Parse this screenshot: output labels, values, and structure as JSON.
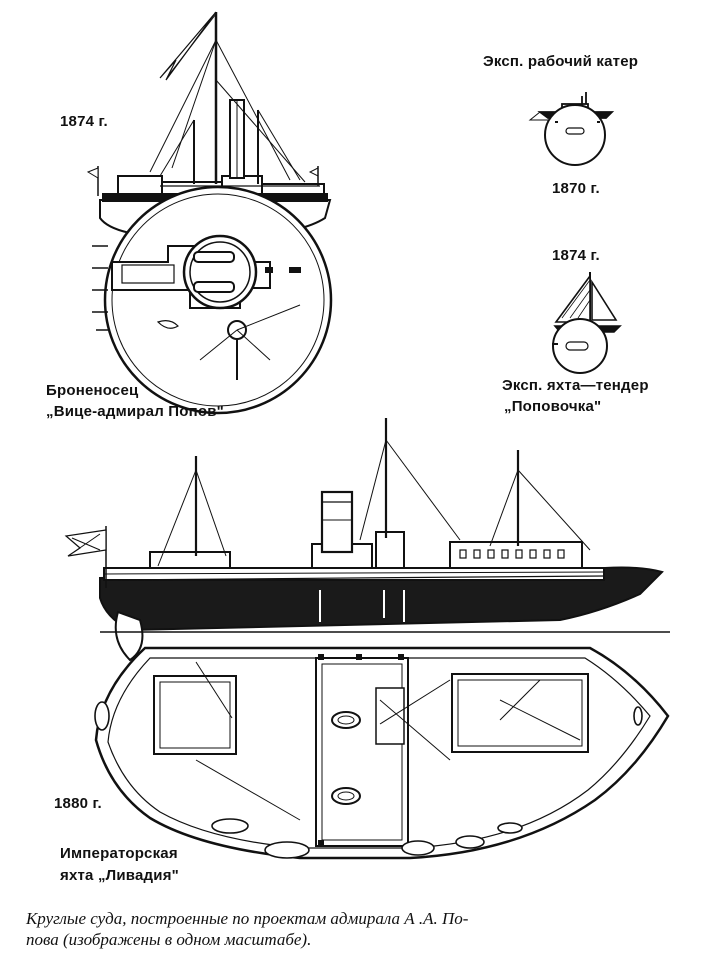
{
  "labels": {
    "popov_year": "1874 г.",
    "popov_name_line1": "Броненосец",
    "popov_name_line2": "„Вице-адмирал Попов\"",
    "cutter_title": "Эксп. рабочий катер",
    "cutter_year": "1870 г.",
    "yacht_tender_year": "1874 г.",
    "yacht_tender_line1": "Эксп. яхта—тендер",
    "yacht_tender_line2": "„Поповочка\"",
    "livadia_year": "1880 г.",
    "livadia_line1": "Императорская",
    "livadia_line2": "яхта „Ливадия\""
  },
  "caption": {
    "line1": "Круглые суда, построенные по проектам адмирала А .А. По-",
    "line2": "пова (изображены в одном масштабе)."
  }
}
